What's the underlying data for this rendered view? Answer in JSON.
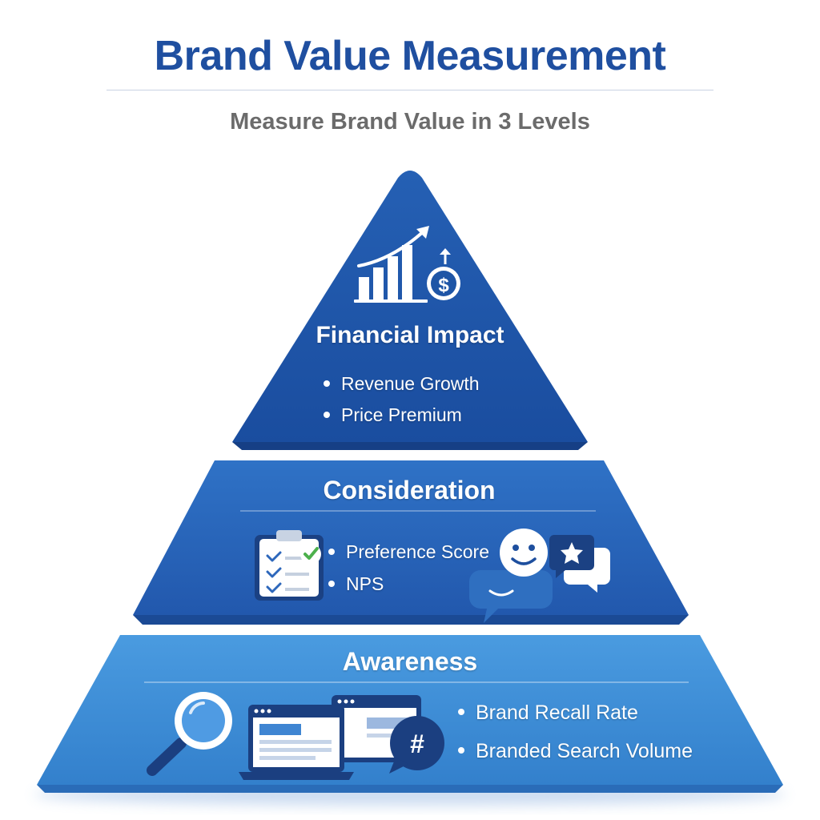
{
  "title": "Brand Value Measurement",
  "subtitle": "Measure Brand Value in 3 Levels",
  "colors": {
    "title": "#1f4fa0",
    "subtitle": "#6b6b6b",
    "top_tier": "#1d55a8",
    "middle_tier": "#2766bb",
    "bottom_tier": "#3d8fd5"
  },
  "levels": [
    {
      "title": "Financial Impact",
      "items": [
        "Revenue Growth",
        "Price Premium"
      ],
      "icons": [
        "bar-chart-growth-icon",
        "dollar-coin-icon"
      ]
    },
    {
      "title": "Consideration",
      "items": [
        "Preference Score",
        "NPS"
      ],
      "icons": [
        "clipboard-checklist-icon",
        "smiley-chat-icon",
        "star-chat-icon"
      ]
    },
    {
      "title": "Awareness",
      "items": [
        "Brand Recall Rate",
        "Branded Search Volume"
      ],
      "icons": [
        "magnifier-icon",
        "laptop-webpage-icon",
        "browser-window-icon",
        "hashtag-chat-icon"
      ]
    }
  ]
}
